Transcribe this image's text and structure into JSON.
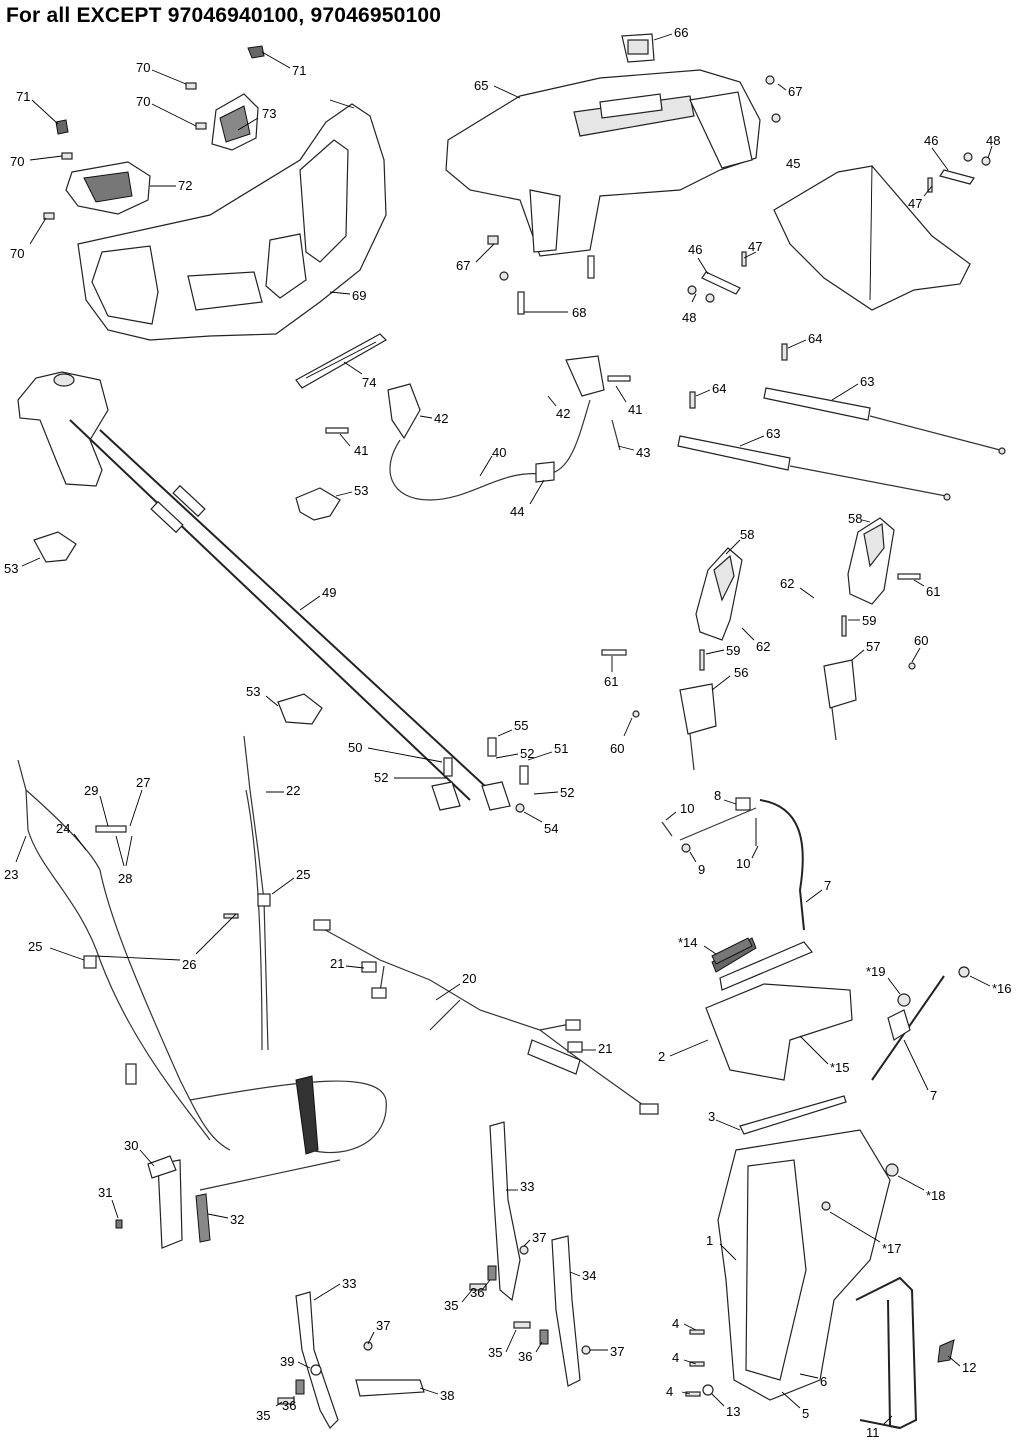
{
  "title": "For all EXCEPT 97046940100, 97046950100",
  "callouts": [
    {
      "text": "70"
    },
    {
      "text": "71"
    },
    {
      "text": "71"
    },
    {
      "text": "70"
    },
    {
      "text": "73"
    },
    {
      "text": "70"
    },
    {
      "text": "72"
    },
    {
      "text": "70"
    },
    {
      "text": "69"
    },
    {
      "text": "66"
    },
    {
      "text": "65"
    },
    {
      "text": "67"
    },
    {
      "text": "46"
    },
    {
      "text": "48"
    },
    {
      "text": "45"
    },
    {
      "text": "47"
    },
    {
      "text": "67"
    },
    {
      "text": "68"
    },
    {
      "text": "46"
    },
    {
      "text": "47"
    },
    {
      "text": "48"
    },
    {
      "text": "74"
    },
    {
      "text": "64"
    },
    {
      "text": "64"
    },
    {
      "text": "63"
    },
    {
      "text": "63"
    },
    {
      "text": "42"
    },
    {
      "text": "42"
    },
    {
      "text": "41"
    },
    {
      "text": "41"
    },
    {
      "text": "40"
    },
    {
      "text": "43"
    },
    {
      "text": "44"
    },
    {
      "text": "53"
    },
    {
      "text": "53"
    },
    {
      "text": "49"
    },
    {
      "text": "58"
    },
    {
      "text": "58"
    },
    {
      "text": "62"
    },
    {
      "text": "61"
    },
    {
      "text": "62"
    },
    {
      "text": "59"
    },
    {
      "text": "59"
    },
    {
      "text": "61"
    },
    {
      "text": "57"
    },
    {
      "text": "60"
    },
    {
      "text": "56"
    },
    {
      "text": "60"
    },
    {
      "text": "53"
    },
    {
      "text": "55"
    },
    {
      "text": "50"
    },
    {
      "text": "52"
    },
    {
      "text": "51"
    },
    {
      "text": "52"
    },
    {
      "text": "52"
    },
    {
      "text": "54"
    },
    {
      "text": "29"
    },
    {
      "text": "27"
    },
    {
      "text": "22"
    },
    {
      "text": "24"
    },
    {
      "text": "23"
    },
    {
      "text": "28"
    },
    {
      "text": "25"
    },
    {
      "text": "25"
    },
    {
      "text": "26"
    },
    {
      "text": "8"
    },
    {
      "text": "10"
    },
    {
      "text": "9"
    },
    {
      "text": "10"
    },
    {
      "text": "7"
    },
    {
      "text": "*14"
    },
    {
      "text": "21"
    },
    {
      "text": "20"
    },
    {
      "text": "21"
    },
    {
      "text": "*19"
    },
    {
      "text": "*16"
    },
    {
      "text": "2"
    },
    {
      "text": "*15"
    },
    {
      "text": "7"
    },
    {
      "text": "3"
    },
    {
      "text": "*18"
    },
    {
      "text": "30"
    },
    {
      "text": "31"
    },
    {
      "text": "32"
    },
    {
      "text": "33"
    },
    {
      "text": "1"
    },
    {
      "text": "*17"
    },
    {
      "text": "37"
    },
    {
      "text": "35"
    },
    {
      "text": "36"
    },
    {
      "text": "34"
    },
    {
      "text": "33"
    },
    {
      "text": "4"
    },
    {
      "text": "37"
    },
    {
      "text": "35"
    },
    {
      "text": "36"
    },
    {
      "text": "37"
    },
    {
      "text": "4"
    },
    {
      "text": "12"
    },
    {
      "text": "6"
    },
    {
      "text": "39"
    },
    {
      "text": "4"
    },
    {
      "text": "13"
    },
    {
      "text": "5"
    },
    {
      "text": "38"
    },
    {
      "text": "35"
    },
    {
      "text": "36"
    },
    {
      "text": "11"
    }
  ]
}
